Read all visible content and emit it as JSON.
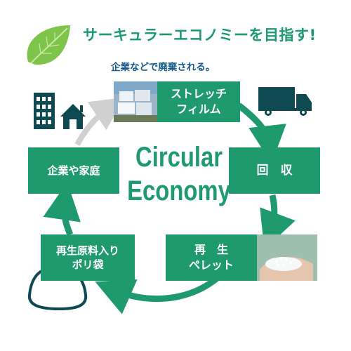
{
  "title": "サーキュラーエコノミーを目指す!",
  "subtitle": "企業などで廃棄される。",
  "center": {
    "line1": "Circular",
    "line2": "Economy"
  },
  "boxes": {
    "stretch_film": {
      "line1": "ストレッチ",
      "line2": "フィルム"
    },
    "collection": {
      "label": "回　収"
    },
    "pellet": {
      "line1": "再　生",
      "line2": "ペレット"
    },
    "recycled_bag": {
      "line1": "再生原料入り",
      "line2": "ポリ袋"
    },
    "companies_homes": {
      "label": "企業や家庭"
    }
  },
  "colors": {
    "accent": "#1f9a6e",
    "dark": "#0f4a52",
    "subtitle": "#155a8a"
  }
}
